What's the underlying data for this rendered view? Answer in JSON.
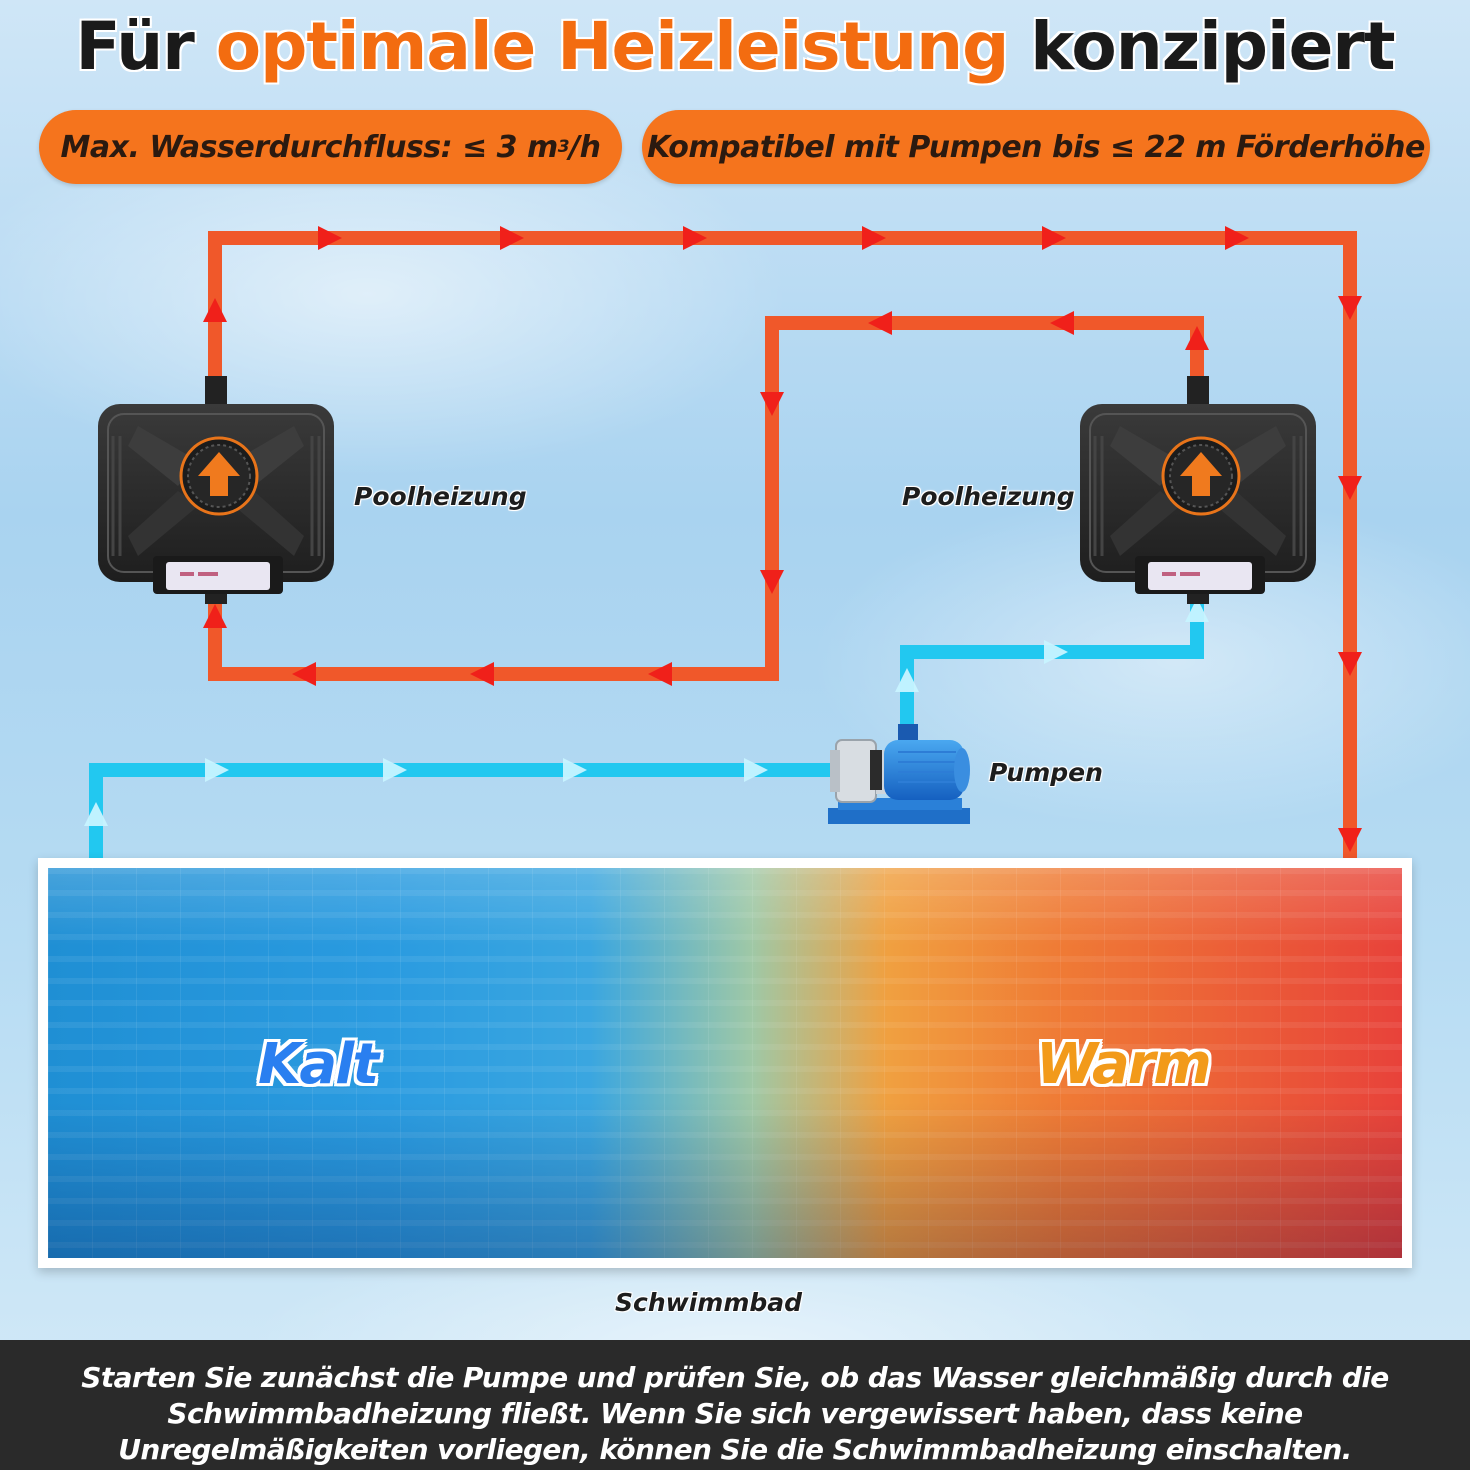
{
  "title": {
    "part1": "Für ",
    "highlight": "optimale Heizleistung",
    "part2": " konzipiert"
  },
  "specs": {
    "flow_prefix": "Max. Wasserdurchfluss: ≤ 3 m",
    "flow_sup": "3",
    "flow_suffix": "/h",
    "pump_compat": "Kompatibel mit Pumpen bis ≤ 22 m Förderhöhe"
  },
  "labels": {
    "heater_left": "Poolheizung",
    "heater_right": "Poolheizung",
    "pump": "Pumpen",
    "pool": "Schwimmbad",
    "cold": "Kalt",
    "warm": "Warm"
  },
  "footer": {
    "line1": "Starten Sie zunächst die Pumpe und prüfen Sie, ob das Wasser gleichmäßig durch die",
    "line2": "Schwimmbadheizung fließt. Wenn Sie sich vergewissert haben, dass keine",
    "line3": "Unregelmäßigkeiten vorliegen, können Sie die Schwimmbadheizung einschalten."
  },
  "colors": {
    "hot_pipe": "#f0582a",
    "cold_pipe": "#22c8f0",
    "accent": "#f5741d",
    "heater_body": "#2b2b2b"
  },
  "icons": {
    "heater": "pool-heater-icon",
    "pump": "water-pump-icon",
    "arrow_up": "arrow-up-icon"
  }
}
